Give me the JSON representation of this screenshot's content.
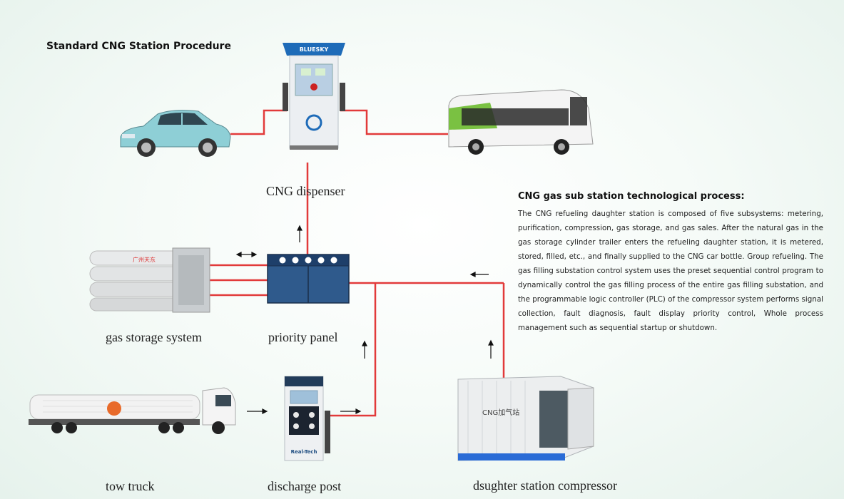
{
  "title": "Standard CNG Station Procedure",
  "labels": {
    "dispenser": "CNG dispenser",
    "storage": "gas storage system",
    "priority_panel": "priority panel",
    "tow_truck": "tow truck",
    "discharge_post": "discharge post",
    "compressor": "dsughter station compressor"
  },
  "images": {
    "dispenser_brand": "BLUESKY",
    "storage_marking": "广州天东",
    "compressor_marking": "CNG加气站",
    "discharge_brand": "Real-Tech"
  },
  "description": {
    "heading": "CNG gas sub station technological process:",
    "body": "The CNG refueling daughter station is composed of five subsystems: metering, purification, compression, gas storage, and gas sales. After the natural gas in the gas storage cylinder trailer enters the refueling daughter station, it is metered, stored, filled, etc., and finally supplied to the CNG car bottle. Group refueling. The gas filling substation control system uses the preset sequential control program to dynamically control the gas filling process of the entire gas filling substation, and the programmable logic controller (PLC) of the compressor system performs signal collection, fault diagnosis, fault display priority control, Whole process management such as sequential startup or shutdown."
  },
  "colors": {
    "pipe": "#e23a3a",
    "panel": "#2f5a8c",
    "accent": "#1e6bb8"
  }
}
